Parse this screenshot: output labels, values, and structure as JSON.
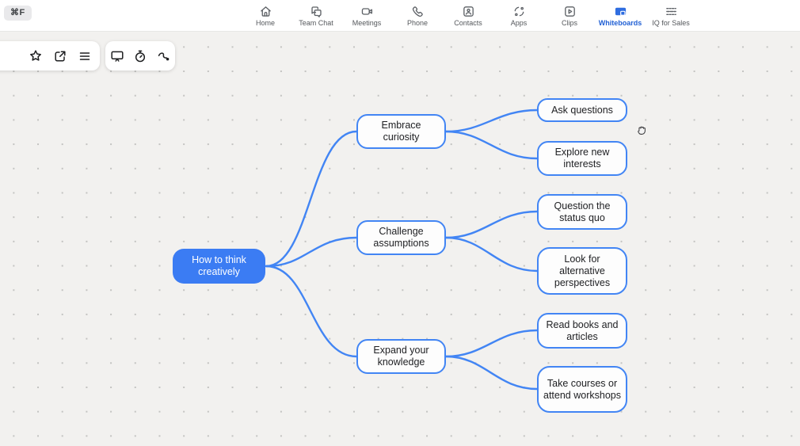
{
  "shortcut_badge": "⌘F",
  "nav": {
    "active_item": "Whiteboards",
    "items": [
      {
        "id": "home",
        "label": "Home",
        "icon": "home-icon"
      },
      {
        "id": "team-chat",
        "label": "Team Chat",
        "icon": "chat-bubbles-icon"
      },
      {
        "id": "meetings",
        "label": "Meetings",
        "icon": "video-camera-icon"
      },
      {
        "id": "phone",
        "label": "Phone",
        "icon": "phone-handset-icon"
      },
      {
        "id": "contacts",
        "label": "Contacts",
        "icon": "person-card-icon"
      },
      {
        "id": "apps",
        "label": "Apps",
        "icon": "apps-circle-icon"
      },
      {
        "id": "clips",
        "label": "Clips",
        "icon": "play-square-icon"
      },
      {
        "id": "whiteboards",
        "label": "Whiteboards",
        "icon": "whiteboard-icon"
      },
      {
        "id": "iq-for-sales",
        "label": "IQ for Sales",
        "icon": "report-rows-icon"
      }
    ]
  },
  "left_toolbar": {
    "buttons": [
      "star-icon",
      "share-export-icon",
      "menu-icon"
    ]
  },
  "canvas_toolbar": {
    "buttons": [
      "present-screen-icon",
      "timer-icon",
      "laser-pointer-icon"
    ]
  },
  "mindmap": {
    "root": {
      "label": "How to think creatively"
    },
    "branches": [
      {
        "label": "Embrace curiosity",
        "children": [
          {
            "label": "Ask questions"
          },
          {
            "label": "Explore new interests"
          }
        ]
      },
      {
        "label": "Challenge assumptions",
        "children": [
          {
            "label": "Question the status quo"
          },
          {
            "label": "Look for alternative perspectives"
          }
        ]
      },
      {
        "label": "Expand your knowledge",
        "children": [
          {
            "label": "Read books and articles"
          },
          {
            "label": "Take courses or attend workshops"
          }
        ]
      }
    ]
  },
  "colors": {
    "root_node_fill": "#3b7cf3",
    "node_border_blue": "#4285f4",
    "connector_blue": "#4285f4",
    "active_nav_blue": "#2160d4",
    "canvas_background": "#f2f1ef",
    "dot_grid": "#c3c3c1"
  }
}
